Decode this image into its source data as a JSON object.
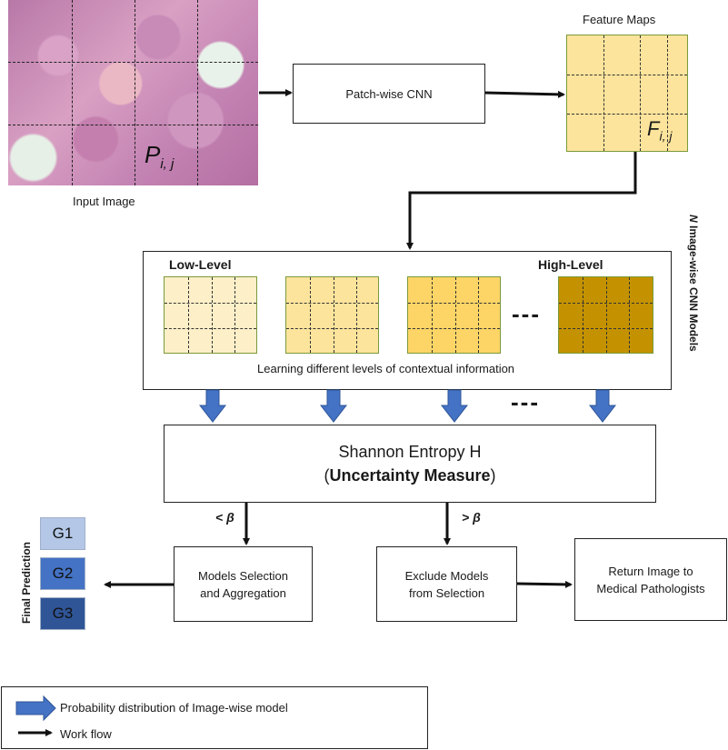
{
  "input": {
    "label": "Input Image",
    "patch_symbol": "P",
    "patch_sub": "i, j"
  },
  "patchwise_cnn": {
    "label": "Patch-wise CNN"
  },
  "feature_maps": {
    "label": "Feature Maps",
    "symbol": "F",
    "sub": "i, j",
    "color": "#fde49c"
  },
  "imagewise": {
    "side_label_prefix": "N",
    "side_label": " Image-wise CNN Models",
    "low_label": "Low-Level",
    "high_label": "High-Level",
    "ellipsis": "---",
    "caption": "Learning different levels of contextual information",
    "map_colors": [
      "#fdefc8",
      "#fde49c",
      "#fcd566",
      "#c49200"
    ]
  },
  "arrows_ellipsis": "---",
  "entropy": {
    "line1": "Shannon Entropy H",
    "line2_bold": "Uncertainty Measure"
  },
  "branches": {
    "left_label": "< β",
    "right_label": "> β"
  },
  "selection": {
    "line1": "Models Selection",
    "line2": "and Aggregation"
  },
  "exclude": {
    "line1": "Exclude Models",
    "line2": "from Selection"
  },
  "return": {
    "line1": "Return Image to",
    "line2": "Medical Pathologists"
  },
  "final_prediction": {
    "label": "Final Prediction",
    "grades": [
      {
        "name": "G1",
        "color": "#b4c7e7"
      },
      {
        "name": "G2",
        "color": "#4472c4"
      },
      {
        "name": "G3",
        "color": "#2f5597"
      }
    ]
  },
  "legend": {
    "prob_label": "Probability distribution of Image-wise model",
    "flow_label": "Work flow"
  },
  "colors": {
    "arrow_blue": "#4472c4",
    "arrow_outline": "#2f5597"
  }
}
